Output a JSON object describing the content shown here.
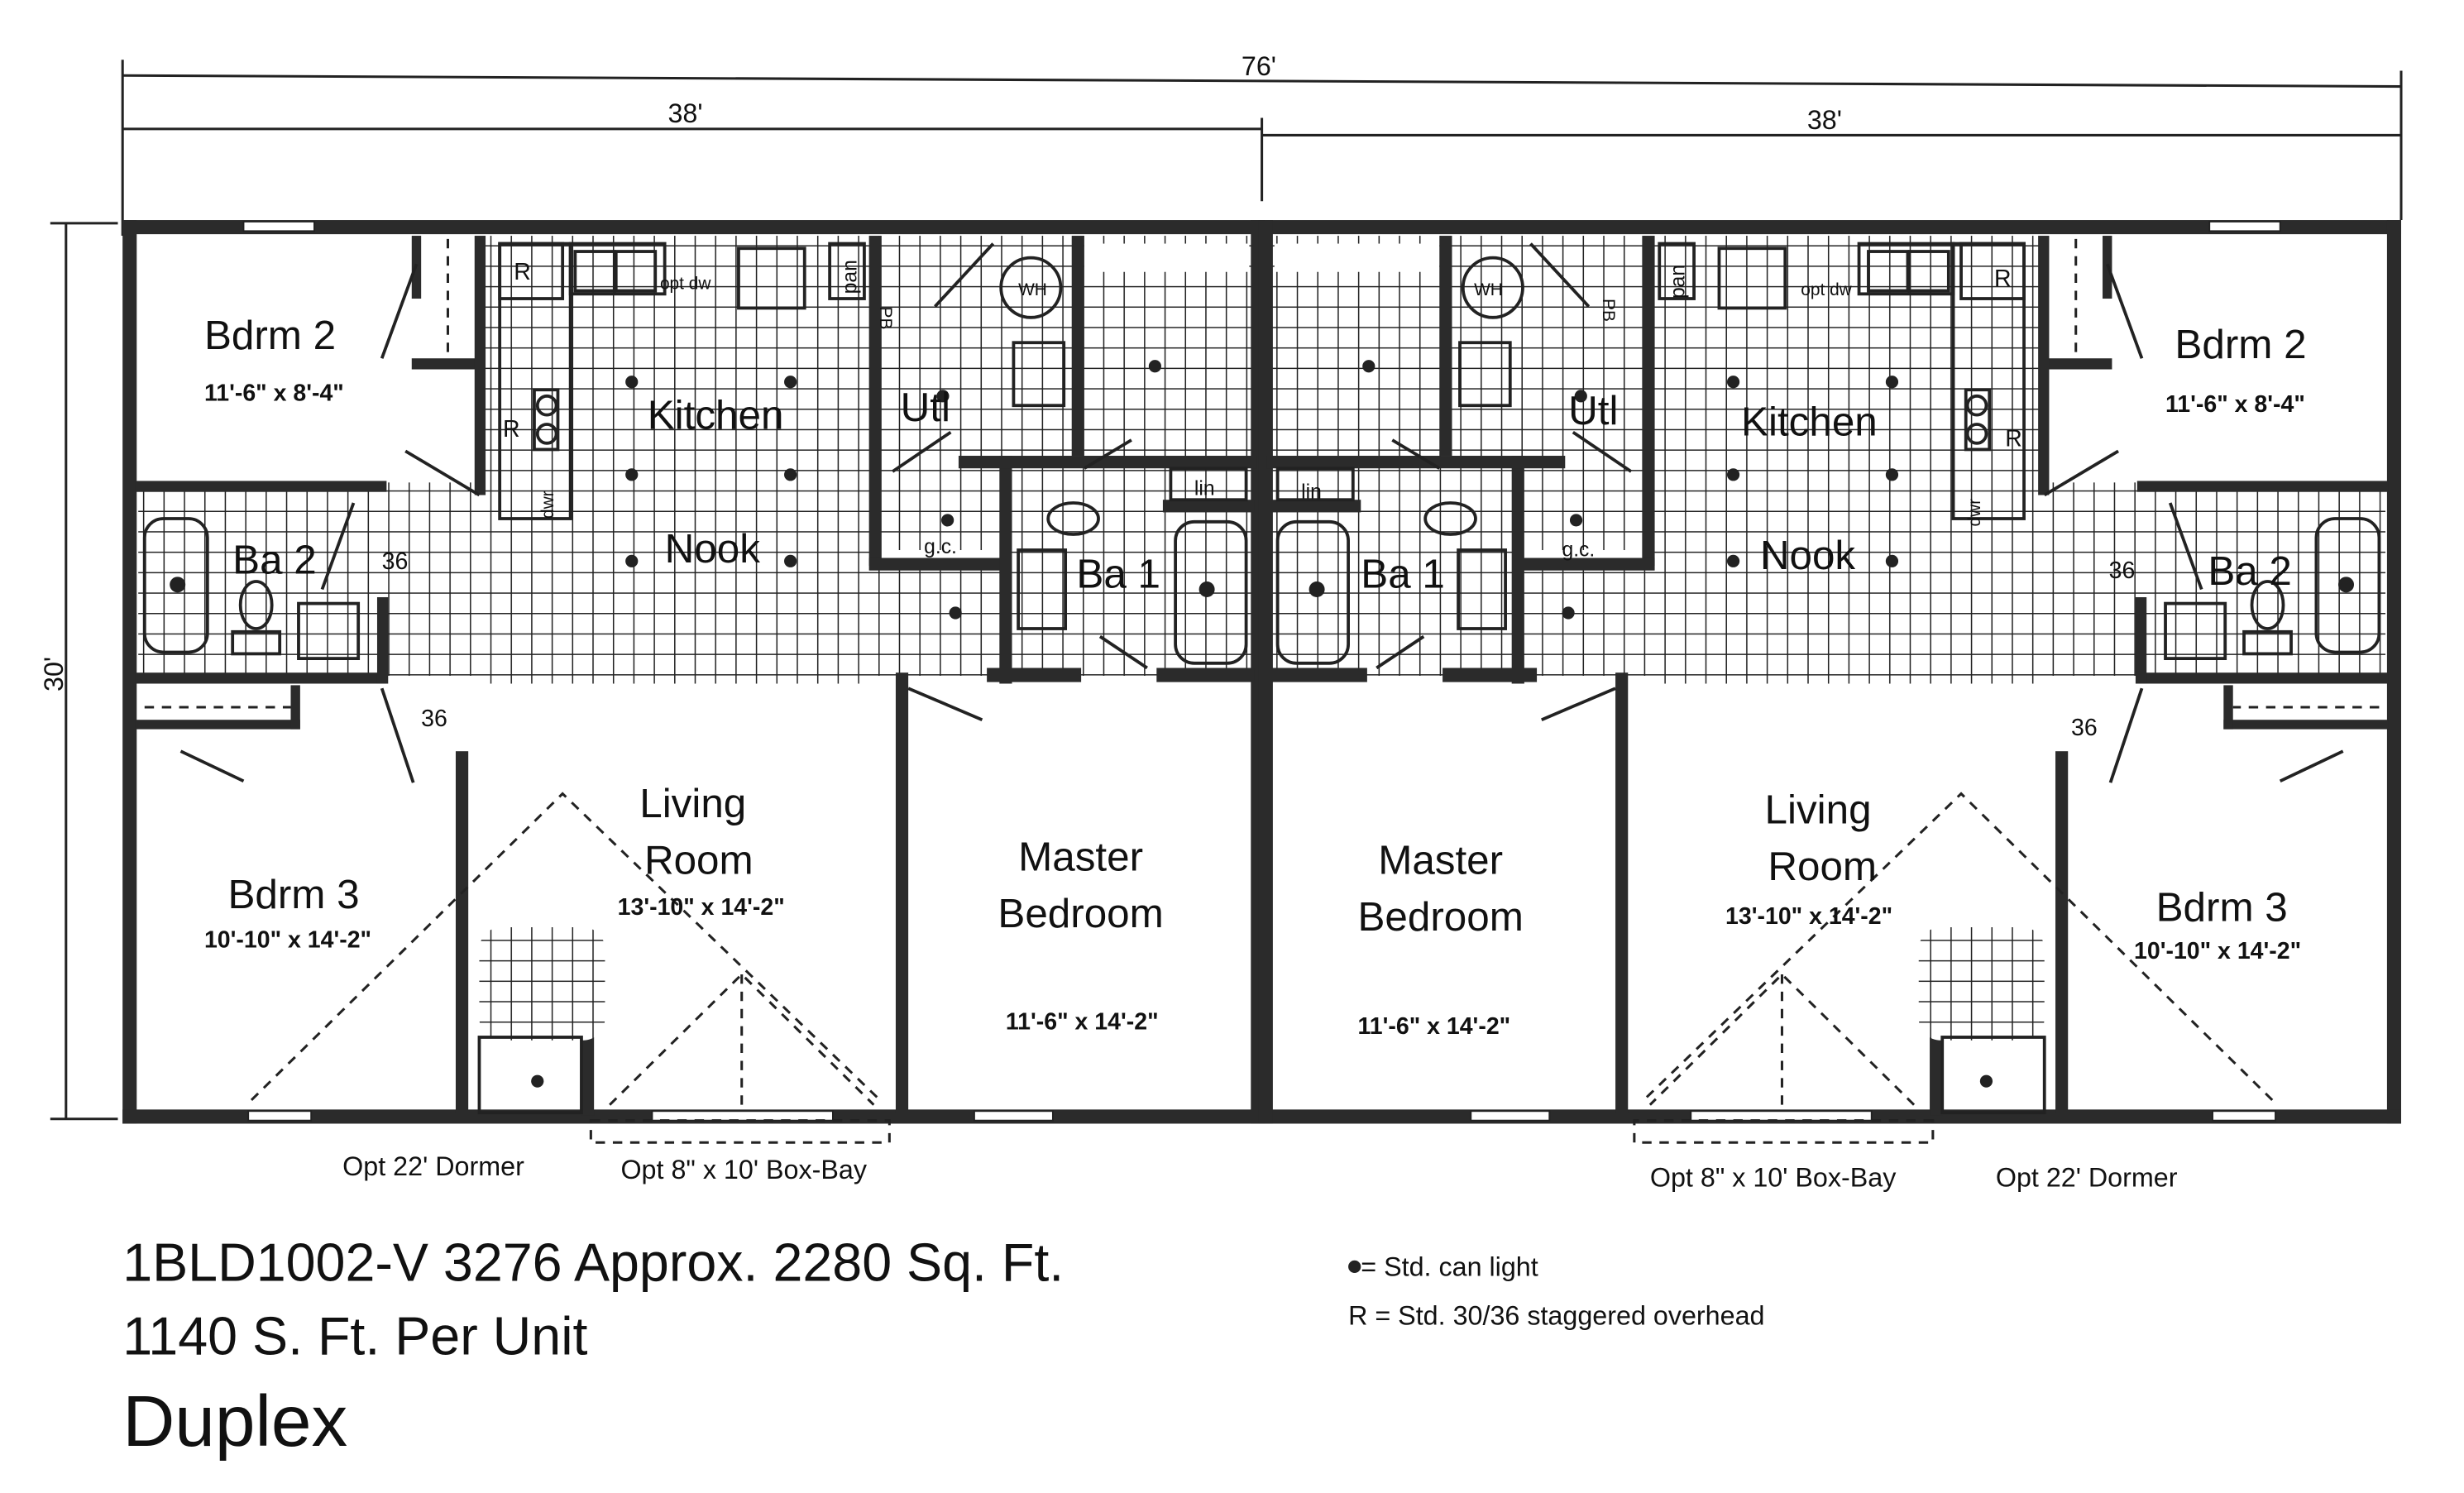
{
  "dimensions": {
    "overall": "76'",
    "left_half": "38'",
    "right_half": "38'",
    "depth": "30'"
  },
  "units": [
    {
      "bdrm2": "Bdrm 2",
      "bdrm2_size": "11'-6\" x 8'-4\"",
      "kitchen": "Kitchen",
      "nook": "Nook",
      "utl": "Utl",
      "ba2": "Ba 2",
      "ba1": "Ba 1",
      "door_36a": "36",
      "door_36b": "36",
      "bdrm3": "Bdrm 3",
      "bdrm3_size": "10'-10\" x 14'-2\"",
      "living1": "Living",
      "living2": "Room",
      "living_size": "13'-10\" x 14'-2\"",
      "master1": "Master",
      "master2": "Bedroom",
      "master_size": "11'-6\" x 14'-2\"",
      "R": "R",
      "opt_dw": "opt dw",
      "pan": "pan",
      "dwr": "dwr",
      "pb": "PB",
      "wh": "WH",
      "gc": "g.c.",
      "lin": "lin",
      "dormer": "Opt 22' Dormer",
      "boxbay": "Opt 8\" x 10' Box-Bay"
    },
    {
      "bdrm2": "Bdrm 2",
      "bdrm2_size": "11'-6\" x 8'-4\"",
      "kitchen": "Kitchen",
      "nook": "Nook",
      "utl": "Utl",
      "ba2": "Ba 2",
      "ba1": "Ba 1",
      "door_36a": "36",
      "door_36b": "36",
      "bdrm3": "Bdrm 3",
      "bdrm3_size": "10'-10\" x 14'-2\"",
      "living1": "Living",
      "living2": "Room",
      "living_size": "13'-10\" x 14'-2\"",
      "master1": "Master",
      "master2": "Bedroom",
      "master_size": "11'-6\" x 14'-2\"",
      "R": "R",
      "opt_dw": "opt dw",
      "pan": "pan",
      "dwr": "dwr",
      "pb": "PB",
      "wh": "WH",
      "gc": "g.c.",
      "lin": "lin",
      "dormer": "Opt 22' Dormer",
      "boxbay": "Opt 8\" x 10' Box-Bay"
    }
  ],
  "title": {
    "model": "1BLD1002-V 3276  Approx. 2280 Sq. Ft.",
    "per_unit": "1140 S. Ft. Per Unit",
    "type": "Duplex"
  },
  "legend": {
    "can_light": "= Std. can light",
    "overhead": "R = Std. 30/36 staggered overhead"
  }
}
